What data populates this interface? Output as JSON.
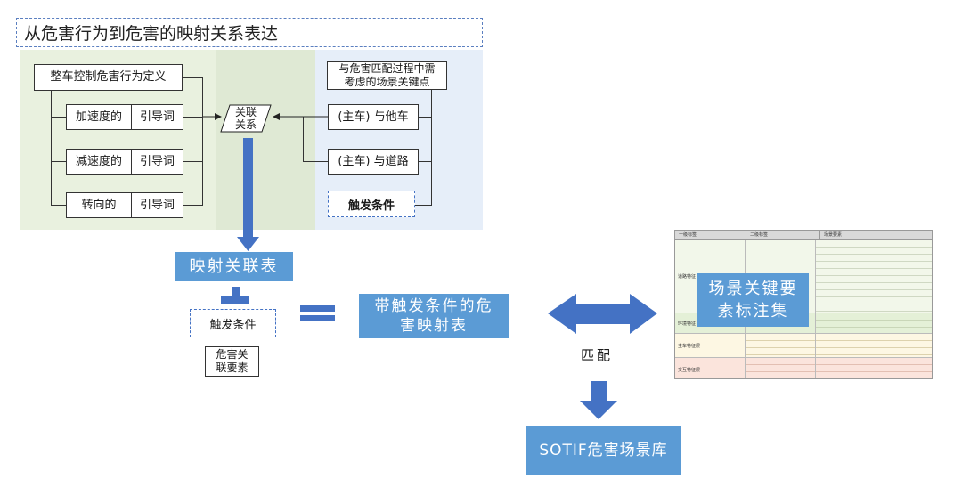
{
  "title": "从危害行为到危害的映射关系表达",
  "left": {
    "header": "整车控制危害行为定义",
    "rows": [
      {
        "label": "加速度的",
        "tag": "引导词"
      },
      {
        "label": "减速度的",
        "tag": "引导词"
      },
      {
        "label": "转向的",
        "tag": "引导词"
      }
    ]
  },
  "center": {
    "relation_line1": "关联",
    "relation_line2": "关系"
  },
  "right": {
    "header_line1": "与危害匹配过程中需",
    "header_line2": "考虑的场景关键点",
    "items": [
      "(主车) 与他车",
      "(主车) 与道路"
    ],
    "trigger": "触发条件"
  },
  "mapping_table": "映射关联表",
  "plus_trigger": "触发条件",
  "hazard_elements_line1": "危害关",
  "hazard_elements_line2": "联要素",
  "result_line1": "带触发条件的危",
  "result_line2": "害映射表",
  "match": "匹配",
  "scene_annotation_line1": "场景关键要",
  "scene_annotation_line2": "素标注集",
  "sotif_library": "SOTIF危害场景库",
  "colors": {
    "left_panel": "#e9f1df",
    "center_panel": "#dfe9d4",
    "right_panel": "#e6eef9",
    "accent_blue": "#5b9bd5",
    "arrow_blue": "#4472c4"
  },
  "table": {
    "headers": [
      "一级标签",
      "二级标签",
      "场景要素"
    ],
    "groups": [
      "道路特征",
      "环境特征",
      "主车特征层",
      "交互特征层"
    ]
  }
}
